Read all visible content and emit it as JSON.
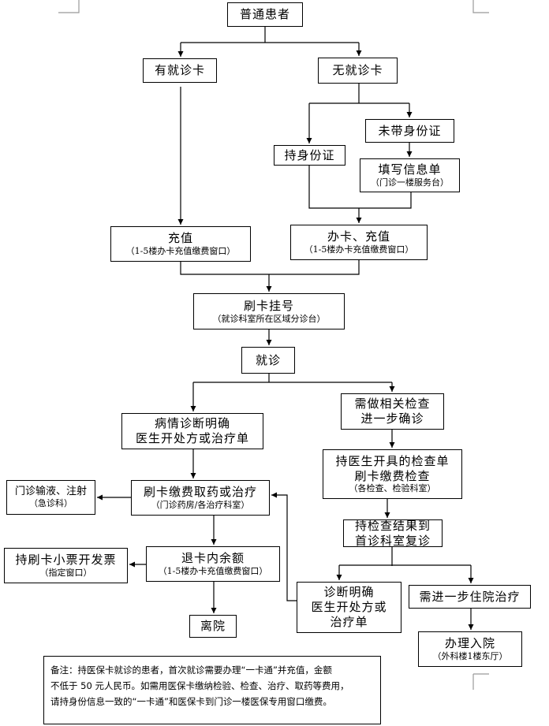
{
  "nodes": {
    "start": {
      "title": "普通患者"
    },
    "has_card": {
      "title": "有就诊卡"
    },
    "no_card": {
      "title": "无就诊卡"
    },
    "with_id": {
      "title": "持身份证"
    },
    "without_id": {
      "title": "未带身份证"
    },
    "fill_form": {
      "title": "填写信息单",
      "sub": "（门诊一楼服务台）"
    },
    "recharge": {
      "title": "充值",
      "sub": "（1-5楼办卡充值缴费窗口）"
    },
    "issue_recharge": {
      "title": "办卡、充值",
      "sub": "（1-5楼办卡充值缴费窗口）"
    },
    "register": {
      "title": "刷卡挂号",
      "sub": "（就诊科室所在区域分诊台）"
    },
    "consult": {
      "title": "就诊"
    },
    "diagnosis_clear": {
      "line1": "病情诊断明确",
      "line2": "医生开处方或治疗单"
    },
    "need_exam": {
      "line1": "需做相关检查",
      "line2": "进一步确诊"
    },
    "exam_pay": {
      "line1": "持医生开具的检查单",
      "line2": "刷卡缴费检查",
      "sub": "（各检查、检验科室）"
    },
    "infusion": {
      "title": "门诊输液、注射",
      "sub": "（急诊科）"
    },
    "pay_medicine": {
      "title": "刷卡缴费取药或治疗",
      "sub": "（门诊药房/各治疗科室）"
    },
    "revisit": {
      "line1": "持检查结果到",
      "line2": "首诊科室复诊"
    },
    "invoice": {
      "title": "持刷卡小票开发票",
      "sub": "（指定窗口）"
    },
    "refund": {
      "title": "退卡内余额",
      "sub": "（1-5楼办卡充值缴费窗口）"
    },
    "hospitalize_need": {
      "title": "需进一步住院治疗"
    },
    "diagnosis_clear2": {
      "line1": "诊断明确",
      "line2": "医生开处方或",
      "line3": "治疗单"
    },
    "leave": {
      "title": "离院"
    },
    "admission": {
      "title": "办理入院",
      "sub": "（外科楼1楼东厅）"
    }
  },
  "note": {
    "line1": "备注：持医保卡就诊的患者，首次就诊需要办理“一卡通”并充值，金额",
    "line2": "不低于 50 元人民币。如需用医保卡缴纳检验、检查、治疗、取药等费用，",
    "line3": "请持身份信息一致的“一卡通”和医保卡到门诊一楼医保专用窗口缴费。"
  }
}
